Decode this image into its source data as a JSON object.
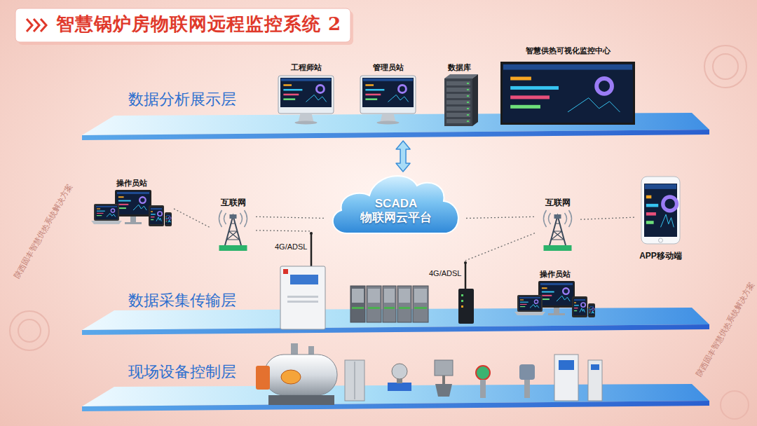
{
  "diagram": {
    "title": "智慧锅炉房物联网远程监控系统 2",
    "nodes": [
      {
        "text": [
          "数据分析展示层"
        ]
      },
      {
        "text": [
          "工程师站"
        ]
      },
      {
        "text": [
          "管理员站"
        ]
      },
      {
        "text": [
          "数据库"
        ]
      },
      {
        "text": [
          "智慧供热可视化监控中心"
        ]
      },
      {
        "text": [
          "操作员站"
        ]
      },
      {
        "text": [
          "互联网"
        ]
      },
      {
        "text": [
          "SCADA 物联网云平台"
        ]
      },
      {
        "text": [
          "互联网"
        ]
      },
      {
        "text": [
          "APP移动端"
        ]
      },
      {
        "text": [
          "4G/ADSL"
        ]
      },
      {
        "text": [
          "4G/ADSL"
        ]
      },
      {
        "text": [
          "操作员站"
        ]
      },
      {
        "text": [
          "数据采集传输层"
        ]
      },
      {
        "text": [
          "现场设备控制层"
        ]
      }
    ],
    "edges": [
      {
        "from": 7,
        "to": 0,
        "arrow": "both"
      },
      {
        "from": 5,
        "to": 6,
        "arrow": "none"
      },
      {
        "from": 6,
        "to": 7,
        "arrow": "none"
      },
      {
        "from": 6,
        "to": 10,
        "arrow": "none"
      },
      {
        "from": 7,
        "to": 8,
        "arrow": "none"
      },
      {
        "from": 8,
        "to": 9,
        "arrow": "none"
      },
      {
        "from": 8,
        "to": 11,
        "arrow": "none"
      }
    ],
    "labels": [
      "陕西固丰智慧供热系统解决方案",
      "陕西固丰智慧供热系统解决方案"
    ]
  }
}
